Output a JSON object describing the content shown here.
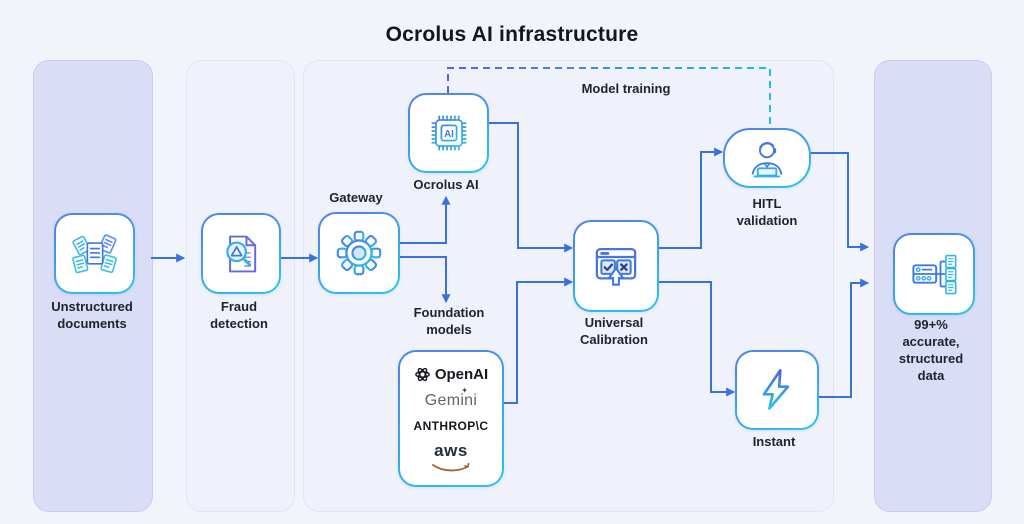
{
  "title": "Ocrolus AI infrastructure",
  "colors": {
    "background": "#f2f4fc",
    "panel_dark": "#d9ddf6",
    "panel_light": "#eff1fb",
    "arrow": "#3a72dc",
    "dashed_start": "#5a62d4",
    "dashed_end": "#21c2d3",
    "node_border_start": "#4f86e8",
    "node_border_end": "#2ac3e6",
    "label_text": "#20242c"
  },
  "nodes": {
    "unstructured": {
      "label": "Unstructured\ndocuments"
    },
    "fraud": {
      "label": "Fraud\ndetection"
    },
    "gateway": {
      "label": "Gateway"
    },
    "ocrolus_ai": {
      "label": "Ocrolus AI",
      "chip_text": "AI"
    },
    "model_training": {
      "label": "Model training"
    },
    "foundation": {
      "label": "Foundation\nmodels",
      "logos": [
        "OpenAI",
        "Gemini",
        "ANTHROP\\C",
        "aws"
      ],
      "sparkle": "✦"
    },
    "calibration": {
      "label": "Universal\nCalibration"
    },
    "hitl": {
      "label": "HITL\nvalidation"
    },
    "instant": {
      "label": "Instant"
    },
    "output": {
      "label": "99+%\naccurate,\nstructured\ndata"
    }
  }
}
